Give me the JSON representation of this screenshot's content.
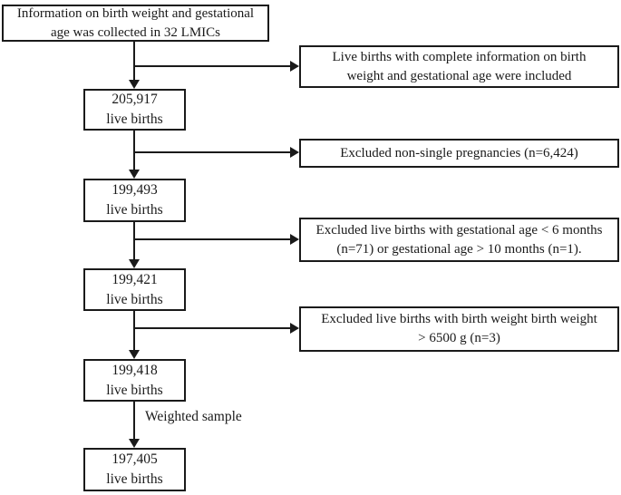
{
  "flowchart": {
    "source": {
      "text": "Information on birth weight and gestational\nage was collected in 32 LMICs"
    },
    "steps": [
      {
        "value": "205,917",
        "label": "live births"
      },
      {
        "value": "199,493",
        "label": "live births"
      },
      {
        "value": "199,421",
        "label": "live births"
      },
      {
        "value": "199,418",
        "label": "live births"
      },
      {
        "value": "197,405",
        "label": "live births"
      }
    ],
    "side_notes": [
      {
        "text": "Live births with complete information on birth\nweight and gestational age were included"
      },
      {
        "text": "Excluded non-single pregnancies (n=6,424)"
      },
      {
        "text": "Excluded live births with gestational age < 6 months\n(n=71) or gestational age > 10 months (n=1)."
      },
      {
        "text": "Excluded live births with birth weight birth weight\n> 6500 g (n=3)"
      }
    ],
    "final_arrow_label": "Weighted sample",
    "colors": {
      "line": "#1a1a1a",
      "background": "#ffffff",
      "text": "#1a1a1a"
    }
  }
}
